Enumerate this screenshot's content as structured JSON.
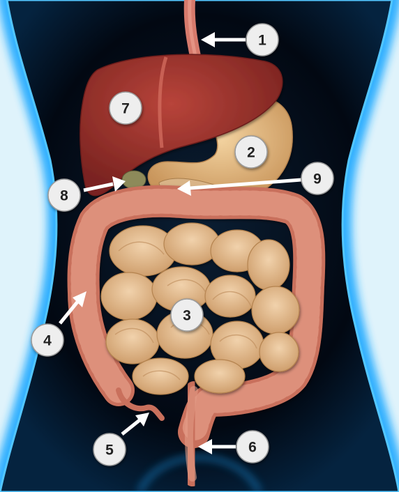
{
  "diagram": {
    "labels": [
      {
        "id": "esophagus",
        "text": "1"
      },
      {
        "id": "stomach",
        "text": "2"
      },
      {
        "id": "small-intestine",
        "text": "3"
      },
      {
        "id": "ascending-colon",
        "text": "4"
      },
      {
        "id": "appendix",
        "text": "5"
      },
      {
        "id": "rectum",
        "text": "6"
      },
      {
        "id": "liver",
        "text": "7"
      },
      {
        "id": "gallbladder",
        "text": "8"
      },
      {
        "id": "pancreas",
        "text": "9"
      }
    ]
  },
  "colors": {
    "background": "#dff3fb",
    "body_glow": "#1aa8ff",
    "body_dark": "#020812",
    "liver": "#9c2f2a",
    "stomach": "#e3b57a",
    "intestine": "#e2b88a",
    "colon": "#cf7f68",
    "badge": "#eeeeee",
    "arrow": "#ffffff"
  }
}
